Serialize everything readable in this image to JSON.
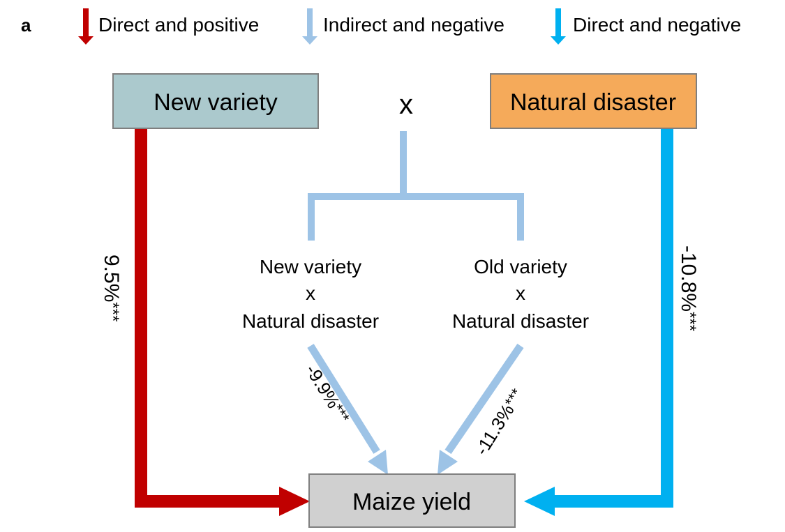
{
  "panel_label": "a",
  "legend": [
    {
      "label": "Direct and positive",
      "color": "#c00000"
    },
    {
      "label": "Indirect and negative",
      "color": "#9dc3e6"
    },
    {
      "label": "Direct and negative",
      "color": "#00b0f0"
    }
  ],
  "nodes": {
    "new_variety": {
      "label": "New variety",
      "fill": "#abc9cd"
    },
    "natural_disaster": {
      "label": "Natural disaster",
      "fill": "#f5aa5a"
    },
    "interaction_symbol": "x",
    "new_x_disaster": {
      "line1": "New variety",
      "line2": "x",
      "line3": "Natural disaster"
    },
    "old_x_disaster": {
      "line1": "Old variety",
      "line2": "x",
      "line3": "Natural disaster"
    },
    "maize_yield": {
      "label": "Maize yield",
      "fill": "#d0d0d0"
    }
  },
  "effects": {
    "new_variety_to_yield": {
      "value": "9.5%",
      "sig": "***",
      "color": "#c00000"
    },
    "disaster_to_yield": {
      "value": "-10.8%",
      "sig": "***",
      "color": "#00b0f0"
    },
    "new_x_disaster_to_yield": {
      "value": "-9.9%",
      "sig": "***",
      "color": "#9dc3e6"
    },
    "old_x_disaster_to_yield": {
      "value": "-11.3%",
      "sig": "***",
      "color": "#9dc3e6"
    }
  }
}
